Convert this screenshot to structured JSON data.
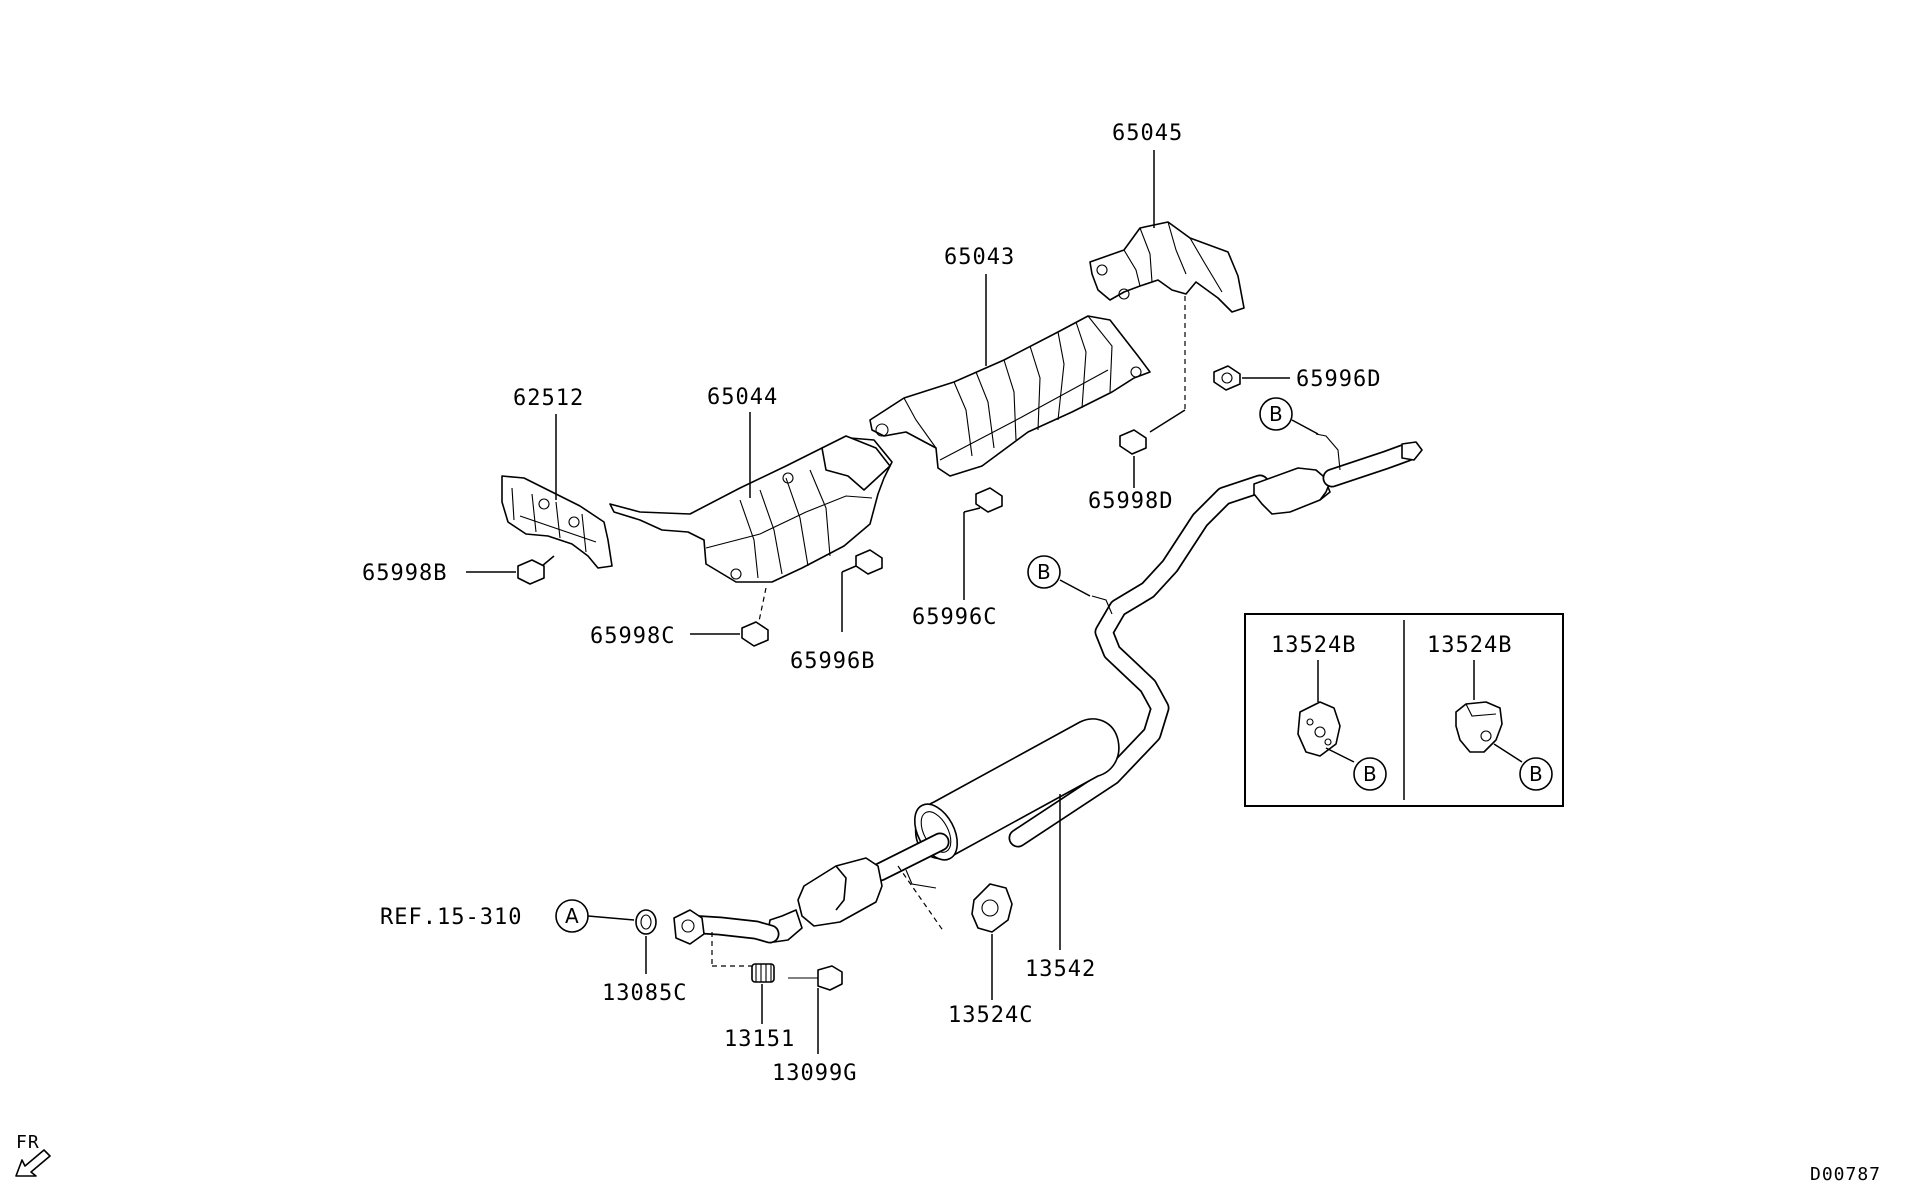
{
  "labels": {
    "p65045": "65045",
    "p65043": "65043",
    "p62512": "62512",
    "p65044": "65044",
    "p65996D": "65996D",
    "p65998D": "65998D",
    "p65998B": "65998B",
    "p65996C": "65996C",
    "p65998C": "65998C",
    "p65996B": "65996B",
    "p13524B_left": "13524B",
    "p13524B_right": "13524B",
    "ref": "REF.15-310",
    "p13085C": "13085C",
    "p13151": "13151",
    "p13099G": "13099G",
    "p13524C": "13524C",
    "p13542": "13542",
    "front": "FR",
    "diagram_code": "D00787"
  },
  "callouts": {
    "a": "A",
    "b": "B"
  }
}
